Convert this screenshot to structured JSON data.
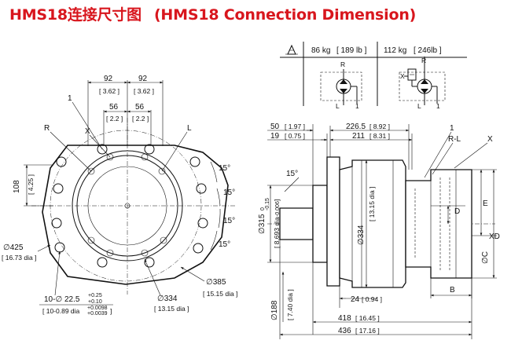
{
  "title": {
    "cn": "HMS18连接尺寸图",
    "en": "(HMS18 Connection Dimension)"
  },
  "weights": {
    "weight_icon": "weight-icon",
    "w1_kg": "86 kg",
    "w1_lb": "[ 189 lb ]",
    "w2_kg": "112 kg",
    "w2_lb": "[ 246lb ]"
  },
  "schematic": {
    "left": {
      "port_r": "R",
      "port_l": "L",
      "port_1": "1"
    },
    "right": {
      "port_r": "R",
      "port_x": "X",
      "port_l": "L",
      "port_1": "1"
    }
  },
  "front": {
    "d92a": "92",
    "d92a_in": "[ 3.62 ]",
    "d92b": "92",
    "d92b_in": "[ 3.62 ]",
    "d56a": "56",
    "d56a_in": "[ 2.2 ]",
    "d56b": "56",
    "d56b_in": "[ 2.2 ]",
    "label_1": "1",
    "label_x": "X",
    "label_r": "R",
    "label_l": "L",
    "d108": "108",
    "d108_in": "[ 4.25 ]",
    "ang1": "15°",
    "ang2": "15°",
    "ang3": "15°",
    "ang4": "15°",
    "d425": "∅425",
    "d425_in": "[ 16.73 dia ]",
    "d385": "∅385",
    "d385_in": "[ 15.15 dia ]",
    "d334": "∅334",
    "d334_in": "[ 13.15 dia ]",
    "holes": "10-∅ 22.5",
    "holes_tol_up": "+0.25",
    "holes_tol_dn": "+0.10",
    "holes_in": "[ 10-0.89 dia",
    "holes_in_tol_up": "+0.0098",
    "holes_in_tol_dn": "+0.0039",
    "holes_in_end": "]"
  },
  "side": {
    "d50": "50",
    "d50_in": "[ 1.97 ]",
    "d19": "19",
    "d19_in": "[ 0.75 ]",
    "d2265": "226.5",
    "d2265_in": "[ 8.92 ]",
    "d211": "211",
    "d211_in": "[ 8.31 ]",
    "label_1": "1",
    "label_rl": "R-L",
    "label_x": "X",
    "ang": "15°",
    "d315": "∅315",
    "d315_tol_up": "0",
    "d315_tol_dn": "-0.15",
    "d315_in": "[ 8.693 dia",
    "d315_in_tol": "-0.006",
    "d315_in_end": "]",
    "d334": "∅334",
    "d334_in": "[ 13.15 dia ]",
    "label_d": "D",
    "label_e": "E",
    "label_xd": "XD",
    "label_c": "∅C",
    "label_b": "B",
    "d24": "24",
    "d24_in": "[ 0.94 ]",
    "d188": "∅188",
    "d188_in": "[ 7.40 dia ]",
    "d418": "418",
    "d418_in": "[ 16.45 ]",
    "d436": "436",
    "d436_in": "[ 17.16 ]"
  }
}
